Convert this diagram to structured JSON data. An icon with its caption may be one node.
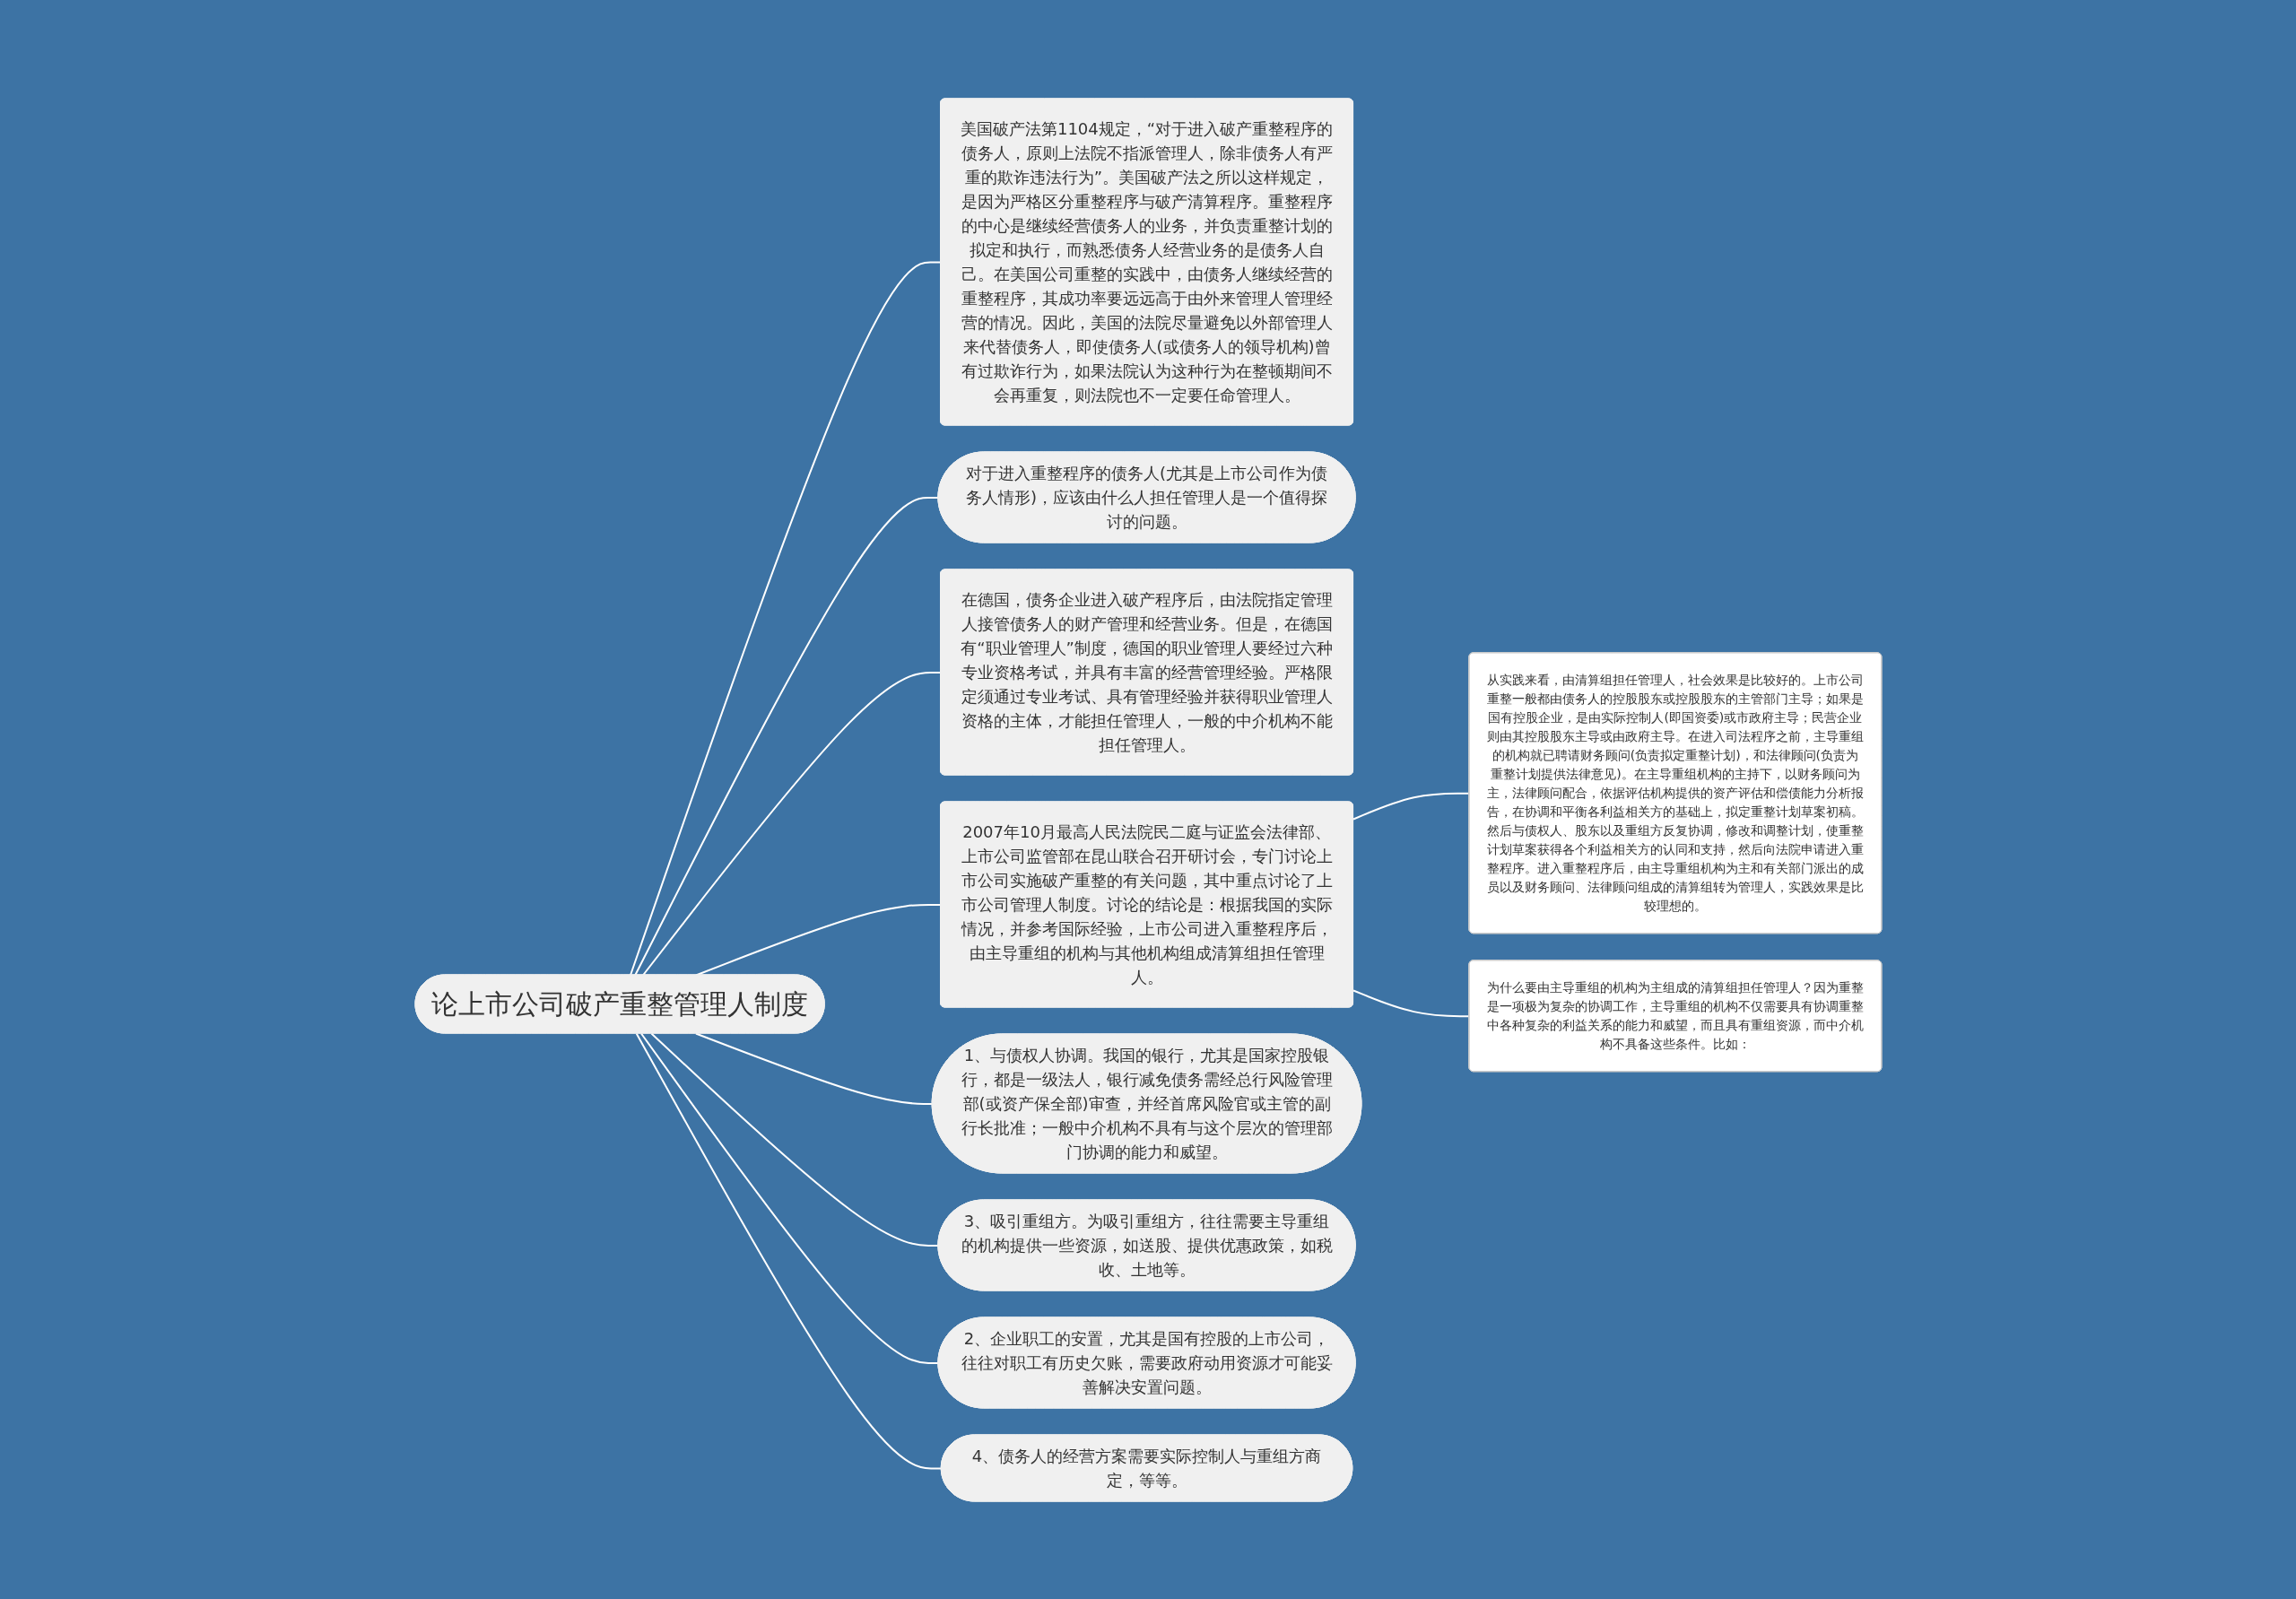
{
  "diagram": {
    "nodes": [
      {
        "text": [
          "论上市公司破产重整管理人制度"
        ]
      },
      {
        "text": [
          "美国破产法第1104规定，“对于进入破产重整程序的债务人，原则上法院不指派管理人，除非债务人有严重的欺诈违法行为”。美国破产法之所以这样规定，是因为严格区分重整程序与破产清算程序。重整程序的中心是继续经营债务人的业务，并负责重整计划的拟定和执行，而熟悉债务人经营业务的是债务人自己。在美国公司重整的实践中，由债务人继续经营的重整程序，其成功率要远远高于由外来管理人管理经营的情况。因此，美国的法院尽量避免以外部管理人来代替债务人，即使债务人(或债务人的领导机构)曾有过欺诈行为，如果法院认为这种行为在整顿期间不会再重复，则法院也不一定要任命管理人。"
        ]
      },
      {
        "text": [
          "对于进入重整程序的债务人(尤其是上市公司作为债务人情形)，应该由什么人担任管理人是一个值得探讨的问题。"
        ]
      },
      {
        "text": [
          "在德国，债务企业进入破产程序后，由法院指定管理人接管债务人的财产管理和经营业务。但是，在德国有“职业管理人”制度，德国的职业管理人要经过六种专业资格考试，并具有丰富的经营管理经验。严格限定须通过专业考试、具有管理经验并获得职业管理人资格的主体，才能担任管理人，一般的中介机构不能担任管理人。"
        ]
      },
      {
        "text": [
          "2007年10月最高人民法院民二庭与证监会法律部、上市公司监管部在昆山联合召开研讨会，专门讨论上市公司实施破产重整的有关问题，其中重点讨论了上市公司管理人制度。讨论的结论是：根据我国的实际情况，并参考国际经验，上市公司进入重整程序后，由主导重组的机构与其他机构组成清算组担任管理人。"
        ]
      },
      {
        "text": [
          "从实践来看，由清算组担任管理人，社会效果是比较好的。上市公司重整一般都由债务人的控股股东或控股股东的主管部门主导；如果是国有控股企业，是由实际控制人(即国资委)或市政府主导；民营企业则由其控股股东主导或由政府主导。在进入司法程序之前，主导重组的机构就已聘请财务顾问(负责拟定重整计划)，和法律顾问(负责为重整计划提供法律意见)。在主导重组机构的主持下，以财务顾问为主，法律顾问配合，依据评估机构提供的资产评估和偿债能力分析报告，在协调和平衡各利益相关方的基础上，拟定重整计划草案初稿。然后与债权人、股东以及重组方反复协调，修改和调整计划，使重整计划草案获得各个利益相关方的认同和支持，然后向法院申请进入重整程序。进入重整程序后，由主导重组机构为主和有关部门派出的成员以及财务顾问、法律顾问组成的清算组转为管理人，实践效果是比较理想的。"
        ]
      },
      {
        "text": [
          "为什么要由主导重组的机构为主组成的清算组担任管理人？因为重整是一项极为复杂的协调工作，主导重组的机构不仅需要具有协调重整中各种复杂的利益关系的能力和威望，而且具有重组资源，而中介机构不具备这些条件。比如："
        ]
      },
      {
        "text": [
          "1、与债权人协调。我国的银行，尤其是国家控股银行，都是一级法人，银行减免债务需经总行风险管理部(或资产保全部)审查，并经首席风险官或主管的副行长批准；一般中介机构不具有与这个层次的管理部门协调的能力和威望。"
        ]
      },
      {
        "text": [
          "3、吸引重组方。为吸引重组方，往往需要主导重组的机构提供一些资源，如送股、提供优惠政策，如税收、土地等。"
        ]
      },
      {
        "text": [
          "2、企业职工的安置，尤其是国有控股的上市公司，往往对职工有历史欠账，需要政府动用资源才可能妥善解决安置问题。"
        ]
      },
      {
        "text": [
          "4、债务人的经营方案需要实际控制人与重组方商定，等等。"
        ]
      }
    ],
    "edges": [
      {
        "from": 0,
        "to": 1,
        "arrow": "none"
      },
      {
        "from": 0,
        "to": 2,
        "arrow": "none"
      },
      {
        "from": 0,
        "to": 3,
        "arrow": "none"
      },
      {
        "from": 0,
        "to": 4,
        "arrow": "none"
      },
      {
        "from": 4,
        "to": 5,
        "arrow": "none"
      },
      {
        "from": 4,
        "to": 6,
        "arrow": "none"
      },
      {
        "from": 0,
        "to": 7,
        "arrow": "none"
      },
      {
        "from": 0,
        "to": 8,
        "arrow": "none"
      },
      {
        "from": 0,
        "to": 9,
        "arrow": "none"
      },
      {
        "from": 0,
        "to": 10,
        "arrow": "none"
      }
    ]
  }
}
